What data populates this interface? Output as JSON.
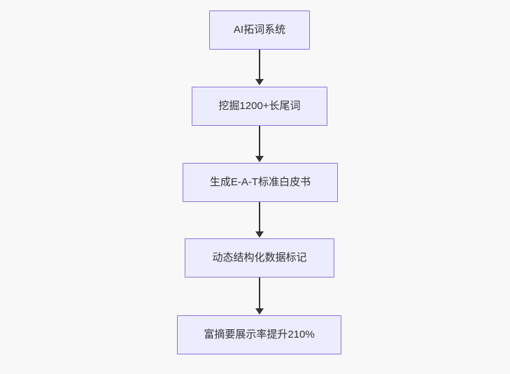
{
  "diagram": {
    "type": "flowchart",
    "direction": "top-down",
    "nodes": [
      {
        "label": "AI拓词系统"
      },
      {
        "label": "挖掘1200+长尾词"
      },
      {
        "label": "生成E-A-T标准白皮书"
      },
      {
        "label": "动态结构化数据标记"
      },
      {
        "label": "富摘要展示率提升210%"
      }
    ],
    "edges": [
      {
        "from": "AI拓词系统",
        "to": "挖掘1200+长尾词"
      },
      {
        "from": "挖掘1200+长尾词",
        "to": "生成E-A-T标准白皮书"
      },
      {
        "from": "生成E-A-T标准白皮书",
        "to": "动态结构化数据标记"
      },
      {
        "from": "动态结构化数据标记",
        "to": "富摘要展示率提升210%"
      }
    ],
    "colors": {
      "background": "#f8f8f8",
      "node_fill": "#ECECFF",
      "node_border": "#9370DB",
      "text": "#333333",
      "arrow": "#333333"
    }
  }
}
